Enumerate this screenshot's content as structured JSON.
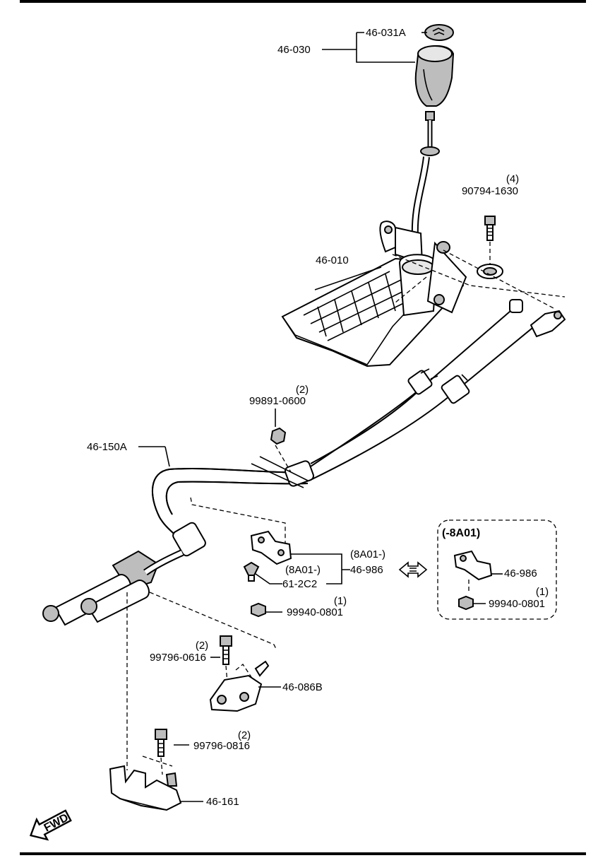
{
  "labels": {
    "knob_cap": "46-031A",
    "knob_assy": "46-030",
    "bolt_qty": "(4)",
    "bolt": "90794-1630",
    "shifter_base": "46-010",
    "nut_qty": "(2)",
    "nut": "99891-0600",
    "cable": "46-150A",
    "variant_8a01_up": "(8A01-)",
    "bracket": "46-986",
    "variant_8a01_down": "(8A01-)",
    "clip": "61-2C2",
    "nut2_qty": "(1)",
    "nut2": "99940-0801",
    "bolt2_qty": "(2)",
    "bolt2": "99796-0616",
    "bracket2": "46-086B",
    "bolt3_qty": "(2)",
    "bolt3": "99796-0816",
    "bracket3": "46-161",
    "inset_title": "(-8A01)",
    "inset_bracket": "46-986",
    "inset_nut_qty": "(1)",
    "inset_nut": "99940-0801",
    "fwd": "FWD"
  }
}
